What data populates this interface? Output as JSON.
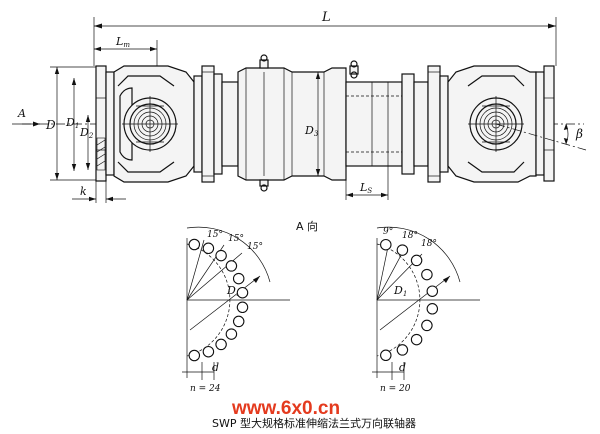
{
  "labels": {
    "L": "L",
    "Lm": "L",
    "Lm_sub": "m",
    "A_arrow": "A",
    "D": "D",
    "D1": "D",
    "D1_sub": "1",
    "D2": "D",
    "D2_sub": "2",
    "D3": "D",
    "D3_sub": "3",
    "k": "k",
    "LS": "L",
    "LS_sub": "S",
    "beta": "β",
    "view_A": "A 向"
  },
  "pattern_24": {
    "angles": [
      "15°",
      "15°",
      "15°"
    ],
    "D1": "D",
    "D1_sub": "1",
    "d": "d",
    "n": "n = 24"
  },
  "pattern_20": {
    "angles": [
      "9°",
      "18°",
      "18°"
    ],
    "D1": "D",
    "D1_sub": "1",
    "d": "d",
    "n": "n = 20"
  },
  "caption": "SWP 型大规格标准伸缩法兰式万向联轴器",
  "watermark": "www.6x0.cn"
}
